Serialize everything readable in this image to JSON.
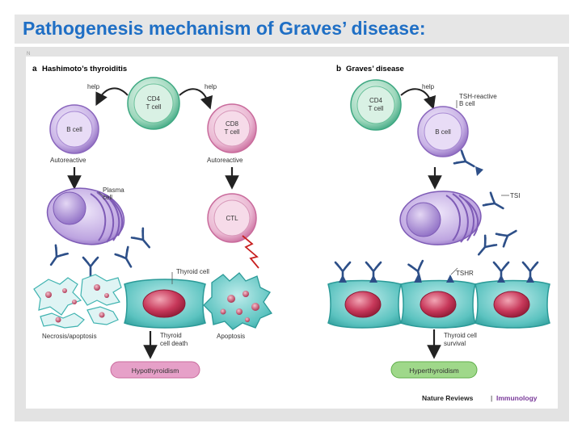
{
  "slide": {
    "title": "Pathogenesis mechanism of Graves’ disease:",
    "corner_mark": "N"
  },
  "panel_a": {
    "letter": "a",
    "title": "Hashimoto’s thyroiditis",
    "cd4_cell": [
      "CD4",
      "T cell"
    ],
    "help_left": "help",
    "help_right": "help",
    "b_cell": "B cell",
    "cd8_cell": [
      "CD8",
      "T cell"
    ],
    "autoreactive_left": "Autoreactive",
    "autoreactive_right": "Autoreactive",
    "plasma_cell": [
      "Plasma",
      "cell"
    ],
    "ctl": "CTL",
    "thyroid_cell": "Thyroid cell",
    "necrosis": "Necrosis/apoptosis",
    "thyroid_cell_death": [
      "Thyroid",
      "cell death"
    ],
    "apoptosis": "Apoptosis",
    "outcome": "Hypothyroidism"
  },
  "panel_b": {
    "letter": "b",
    "title": "Graves’ disease",
    "cd4_cell": [
      "CD4",
      "T cell"
    ],
    "help": "help",
    "tsh_reactive": [
      "TSH-reactive",
      "B cell"
    ],
    "b_cell": "B cell",
    "tsi": "TSI",
    "tshr": "TSHR",
    "thyroid_cell_survival": [
      "Thyroid cell",
      "survival"
    ],
    "outcome": "Hyperthyroidism"
  },
  "credit": {
    "source": "Nature Reviews",
    "separator": "|",
    "journal": "Immunology"
  },
  "colors": {
    "title_blue": "#1f6fc5",
    "cd4_green": "#3ea882",
    "b_cell_purple": "#9a78c8",
    "cd8_pink": "#d68ab0",
    "thyroid_teal": "#3fb3b0",
    "nucleus_red": "#b8294a",
    "hypo_pink": "#e6a0c8",
    "hyper_green": "#9fd88a",
    "antibody_navy": "#2d4f88",
    "bolt_red": "#c82020",
    "journal_purple": "#7a3a9a"
  }
}
